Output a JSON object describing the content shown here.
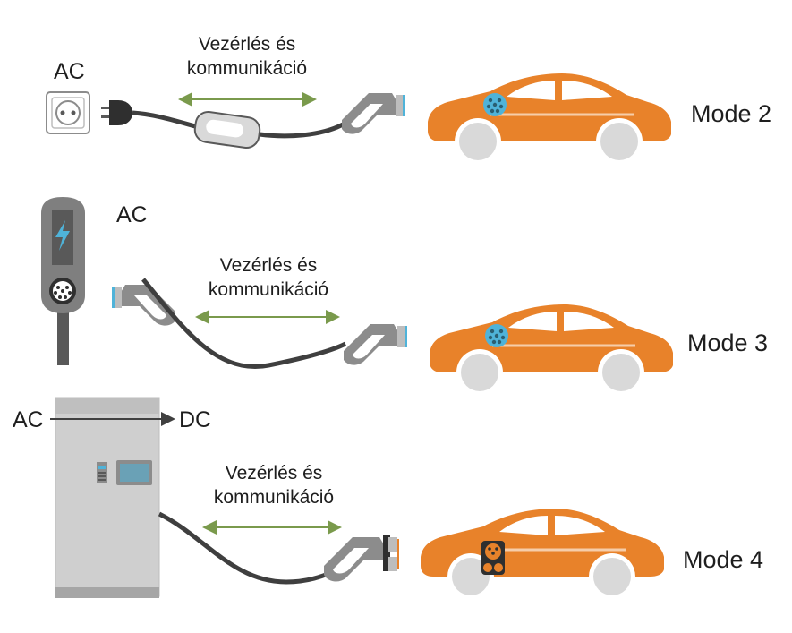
{
  "modes": [
    {
      "label": "Mode 2",
      "supply_label": "AC",
      "comm_line1": "Vezérlés és",
      "comm_line2": "kommunikáció"
    },
    {
      "label": "Mode 3",
      "supply_label": "AC",
      "comm_line1": "Vezérlés és",
      "comm_line2": "kommunikáció"
    },
    {
      "label": "Mode 4",
      "supply_label_from": "AC",
      "supply_label_to": "DC",
      "comm_line1": "Vezérlés és",
      "comm_line2": "kommunikáció"
    }
  ],
  "colors": {
    "car_body": "#E8822A",
    "wheel": "#D9D9D9",
    "cable": "#3F3F3F",
    "arrow_green": "#7A9A4C",
    "socket_blue": "#4FB3D9",
    "charger_gray": "#CFCFCF",
    "wallbox_gray": "#595959"
  }
}
